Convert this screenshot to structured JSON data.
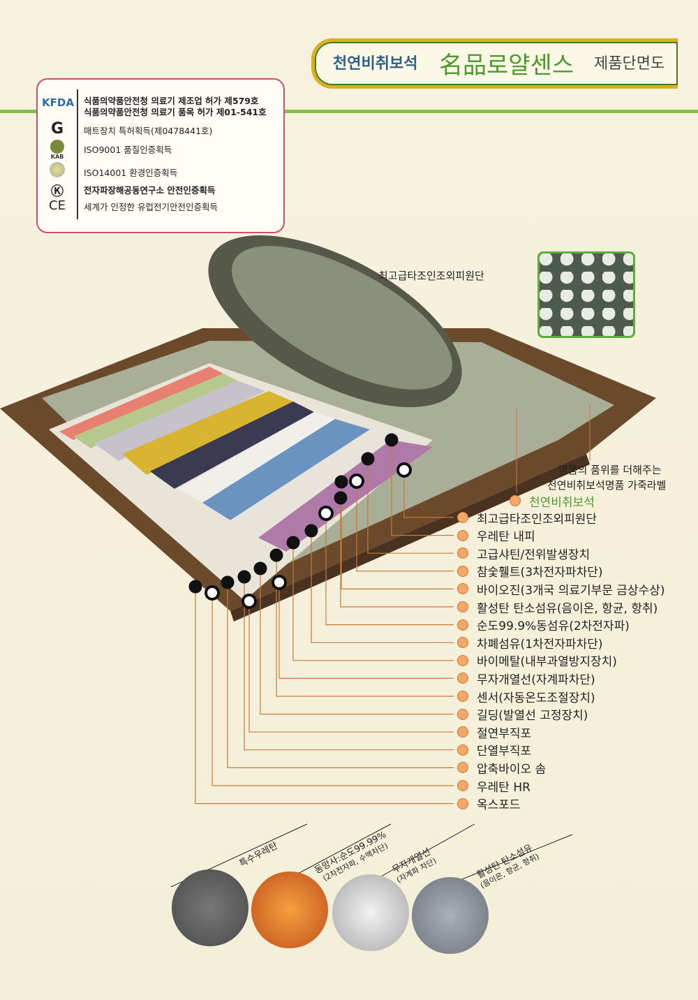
{
  "header": {
    "prefix": "천연비취보석",
    "brand": "名品로얄센스",
    "suffix": "제품단면도"
  },
  "certifications": [
    {
      "logo": "KFDA",
      "lines": [
        "식품의약품안전청 의료기 제조업 허가 제579호",
        "식품의약품안전청 의료기 품목 허가 제01-541호"
      ]
    },
    {
      "logo": "patent-icon",
      "lines": [
        "매트장치 특허획득(제0478441호)"
      ]
    },
    {
      "logo": "KAB",
      "lines": [
        "ISO9001   품질인증획득"
      ]
    },
    {
      "logo": "iso14001-icon",
      "lines": [
        "ISO14001 환경인증획득"
      ]
    },
    {
      "logo": "emc-k-icon",
      "lines": [
        "전자파장해공동연구소 안전인증획득"
      ]
    },
    {
      "logo": "CE",
      "lines": [
        "세계가 인정한 유럽전기안전인증획득"
      ]
    }
  ],
  "diagram": {
    "top_caption": "최고급타조인조외피원단",
    "label_caption": [
      "명품의 품위를 더해주는",
      "천연비취보석명품 가죽라벨"
    ],
    "jade_label": "천연비취보석",
    "layers": [
      "최고급타조인조외피원단",
      "우레탄 내피",
      "고급샤틴/전위발생장치",
      "참숯휄트(3차전자파차단)",
      "바이오진(3개국 의료기부문 금상수상)",
      "활성탄 탄소섬유(음이온, 항균, 항취)",
      "순도99.9%동섬유(2차전자파)",
      "차폐섬유(1차전자파차단)",
      "바이메탈(내부과열방지장치)",
      "무자개열선(자계파차단)",
      "센서(자동온도조절장치)",
      "길딩(발열선 고정장치)",
      "절연부직포",
      "단열부직포",
      "압축바이오 솜",
      "우레탄 HR",
      "옥스포드"
    ]
  },
  "samples": [
    {
      "lines": [
        "특수우레탄"
      ]
    },
    {
      "lines": [
        "동망사:순도99.99%",
        "(2차전자파, 수맥차단)"
      ]
    },
    {
      "lines": [
        "무자개열선",
        "(자계파 차단)"
      ]
    },
    {
      "lines": [
        "활성탄 탄소섬유",
        "(음이온, 항균, 항취)"
      ]
    }
  ],
  "colors": {
    "accent_green": "#4c9a2e",
    "dot_orange": "#f4a868",
    "border_pink": "#c9506f"
  }
}
